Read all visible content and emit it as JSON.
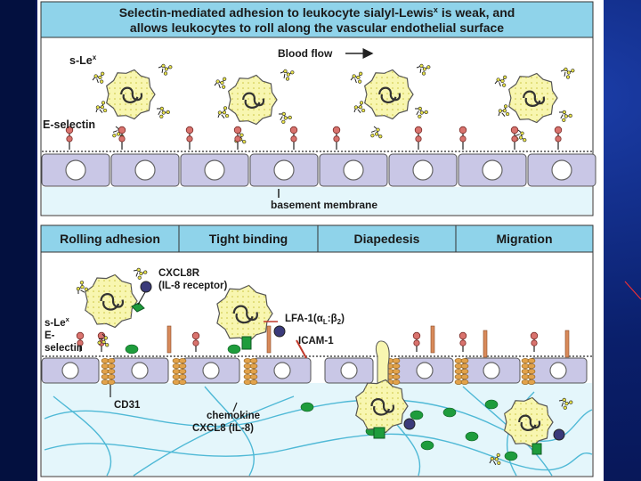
{
  "top_panel": {
    "title_line1": "Selectin-mediated adhesion to leukocyte sialyl-Lewis",
    "title_sup": "x",
    "title_line1_end": " is weak, and",
    "title_line2": "allows leukocytes to roll along the vascular endothelial surface",
    "label_slex": "s-Le",
    "label_slex_sup": "x",
    "label_eselectin": "E-selectin",
    "label_bloodflow": "Blood flow",
    "label_basement": "basement membrane"
  },
  "bottom_panel": {
    "stages": [
      "Rolling adhesion",
      "Tight binding",
      "Diapedesis",
      "Migration"
    ],
    "label_cxcl8r_1": "CXCL8R",
    "label_cxcl8r_2": "(IL-8 receptor)",
    "label_slex": "s-Le",
    "label_slex_sup": "x",
    "label_e": "E-",
    "label_selectin": "selectin",
    "label_lfa1": "LFA-1(",
    "label_lfa1_alpha": "α",
    "label_lfa1_l": "L",
    "label_lfa1_colon": ":",
    "label_lfa1_beta": "β",
    "label_lfa1_2": "2",
    "label_lfa1_end": ")",
    "label_icam": "ICAM-1",
    "label_cd31": "CD31",
    "label_chemokine_1": "chemokine",
    "label_chemokine_2": "CXCL8 (IL-8)"
  },
  "colors": {
    "title_bar": "#8fd3ea",
    "tissue": "#e4f6fb",
    "fibers": "#4fb9d6",
    "endothelium": "#c9c7e6",
    "cell_body": "#f8f6b0",
    "selectin": "#d9736e",
    "chemokine": "#1e9c3c"
  }
}
